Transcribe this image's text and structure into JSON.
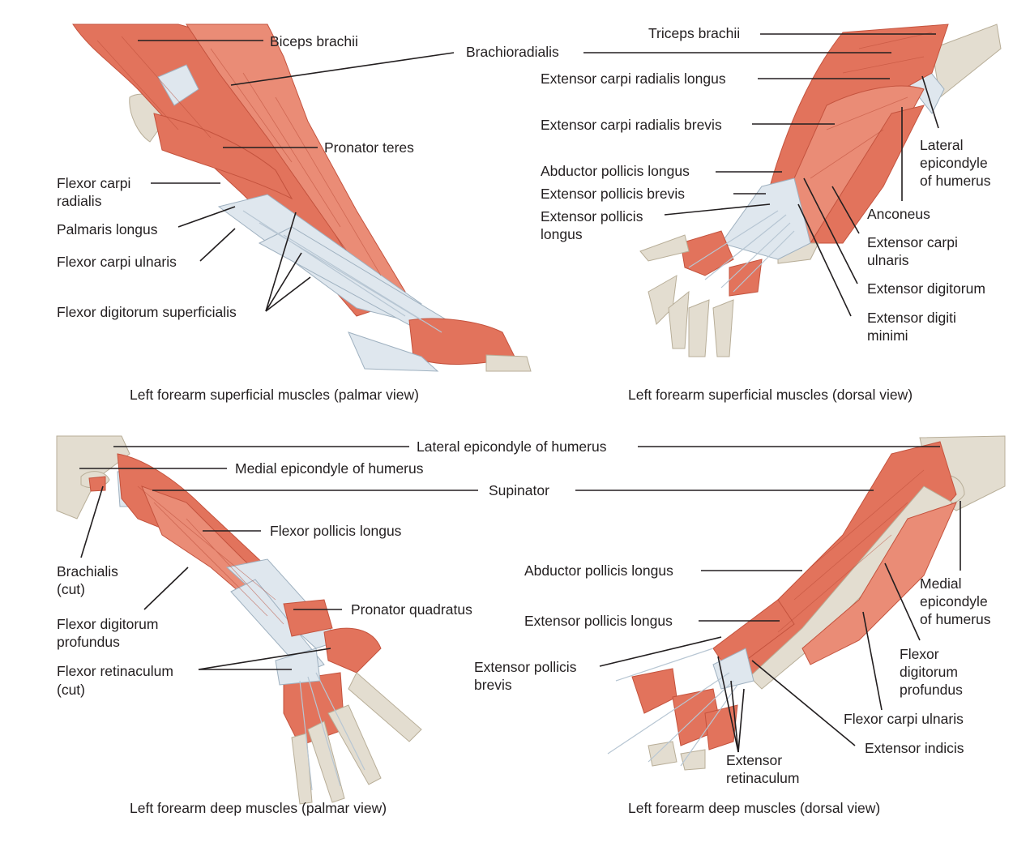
{
  "panels": {
    "palmar_superficial": {
      "caption": "Left forearm superficial muscles (palmar view)",
      "labels": {
        "biceps": "Biceps brachii",
        "brachioradialis": "Brachioradialis",
        "pronator_teres": "Pronator teres",
        "fcr_1": "Flexor carpi",
        "fcr_2": "radialis",
        "palmaris": "Palmaris longus",
        "fcu": "Flexor carpi ulnaris",
        "fds": "Flexor digitorum superficialis"
      }
    },
    "dorsal_superficial": {
      "caption": "Left forearm superficial muscles (dorsal view)",
      "labels": {
        "triceps": "Triceps brachii",
        "ecrl": "Extensor carpi radialis longus",
        "ecrb": "Extensor carpi radialis brevis",
        "lat_epi_1": "Lateral",
        "lat_epi_2": "epicondyle",
        "lat_epi_3": "of humerus",
        "apl": "Abductor pollicis longus",
        "epb": "Extensor pollicis brevis",
        "epl_1": "Extensor pollicis",
        "epl_2": "longus",
        "anconeus": "Anconeus",
        "ecu_1": "Extensor carpi",
        "ecu_2": "ulnaris",
        "ed": "Extensor digitorum",
        "edm_1": "Extensor digiti",
        "edm_2": "minimi"
      }
    },
    "shared": {
      "lateral_epicondyle": "Lateral epicondyle of humerus",
      "supinator": "Supinator"
    },
    "palmar_deep": {
      "caption": "Left forearm deep muscles (palmar view)",
      "labels": {
        "medial_epi": "Medial epicondyle of humerus",
        "fpl": "Flexor pollicis longus",
        "brachialis_1": "Brachialis",
        "brachialis_2": "(cut)",
        "pq": "Pronator quadratus",
        "fdp_1": "Flexor digitorum",
        "fdp_2": "profundus",
        "fr_1": "Flexor retinaculum",
        "fr_2": "(cut)"
      }
    },
    "dorsal_deep": {
      "caption": "Left forearm deep muscles (dorsal view)",
      "labels": {
        "apl": "Abductor pollicis longus",
        "medial_epi_1": "Medial",
        "medial_epi_2": "epicondyle",
        "medial_epi_3": "of humerus",
        "epl": "Extensor pollicis longus",
        "epb_1": "Extensor pollicis",
        "epb_2": "brevis",
        "fdp_1": "Flexor",
        "fdp_2": "digitorum",
        "fdp_3": "profundus",
        "fcu": "Flexor carpi ulnaris",
        "ei": "Extensor indicis",
        "er_1": "Extensor",
        "er_2": "retinaculum"
      }
    }
  },
  "colors": {
    "muscle": "#e2735c",
    "tendon": "#dfe7ee",
    "bone": "#e3ddd0",
    "text": "#231f20"
  }
}
